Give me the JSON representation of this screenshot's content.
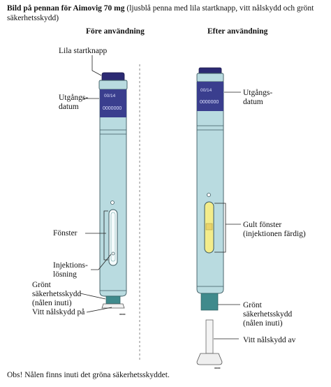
{
  "title": {
    "bold": "Bild på pennan för Aimovig 70 mg",
    "rest": " (ljusblå penna med lila startknapp, vitt nålskydd och grönt säkerhetsskydd)"
  },
  "before": {
    "heading": "Före användning",
    "labels": {
      "start_button": "Lila startknapp",
      "expiry_1": "Utgångs-",
      "expiry_2": "datum",
      "window": "Fönster",
      "solution_1": "Injektions-",
      "solution_2": "lösning",
      "guard_1": "Grönt",
      "guard_2": "säkerhetsskydd",
      "guard_3": "(nålen inuti)",
      "cap": "Vitt nålskydd på"
    }
  },
  "after": {
    "heading": "Efter användning",
    "labels": {
      "expiry_1": "Utgångs-",
      "expiry_2": "datum",
      "window_1": "Gult fönster",
      "window_2": "(injektionen färdig)",
      "guard_1": "Grönt",
      "guard_2": "säkerhetsskydd",
      "guard_3": "(nålen inuti)",
      "cap": "Vitt nålskydd av"
    }
  },
  "pen_label_text": {
    "exp_code": "00/14",
    "lot_code": "0000000"
  },
  "footer": "Obs! Nålen finns inuti det gröna säkerhetsskyddet.",
  "colors": {
    "pen_body": "#b9dbe0",
    "pen_outline": "#3d5a61",
    "purple_button": "#2c2a73",
    "label_band": "#3a3e8e",
    "green_guard": "#3f8a8c",
    "yellow_window": "#f3ec8a"
  }
}
